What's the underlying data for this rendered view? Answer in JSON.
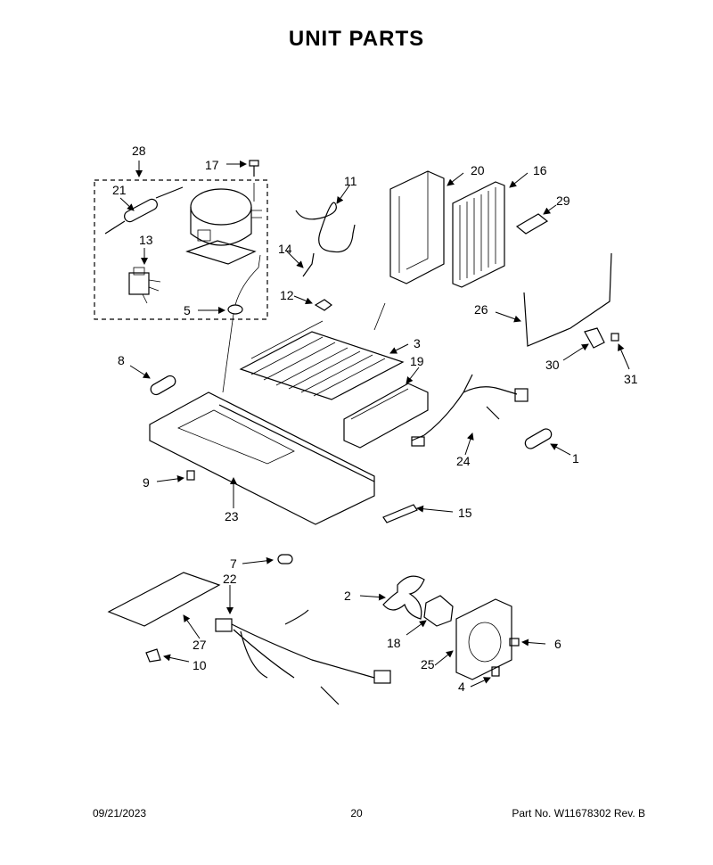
{
  "title": "UNIT PARTS",
  "footer": {
    "date": "09/21/2023",
    "page": "20",
    "part_no": "Part No.  W11678302  Rev. B"
  },
  "callouts": [
    "1",
    "2",
    "3",
    "4",
    "5",
    "6",
    "7",
    "8",
    "9",
    "10",
    "11",
    "12",
    "13",
    "14",
    "15",
    "16",
    "17",
    "18",
    "19",
    "20",
    "21",
    "22",
    "23",
    "24",
    "25",
    "26",
    "27",
    "28",
    "29",
    "30",
    "31"
  ]
}
